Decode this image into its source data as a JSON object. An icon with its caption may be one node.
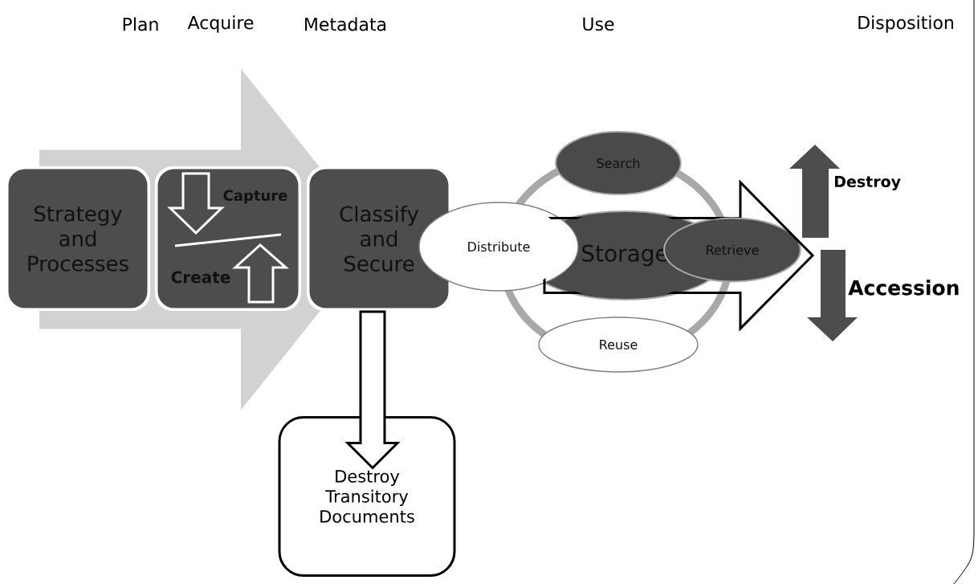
{
  "diagram": {
    "nodes": [
      {
        "text": [
          "Strategy and Processes"
        ]
      },
      {
        "text": [
          "Capture",
          "Create"
        ]
      },
      {
        "text": [
          "Classify and Secure"
        ]
      },
      {
        "text": [
          "Storage"
        ]
      },
      {
        "text": [
          "Search"
        ]
      },
      {
        "text": [
          "Distribute"
        ]
      },
      {
        "text": [
          "Retrieve"
        ]
      },
      {
        "text": [
          "Reuse"
        ]
      },
      {
        "text": [
          "Destroy Transitory Documents"
        ]
      }
    ],
    "edges": [
      {
        "from": 0,
        "to": 2,
        "arrow": "to",
        "color": "#d2d2d2"
      },
      {
        "from": 2,
        "to": 8,
        "arrow": "to"
      },
      {
        "from": 3,
        "to": null,
        "arrow": "to"
      }
    ],
    "labels": [
      "Plan",
      "Acquire",
      "Metadata",
      "Use",
      "Disposition",
      "Destroy",
      "Accession"
    ]
  }
}
